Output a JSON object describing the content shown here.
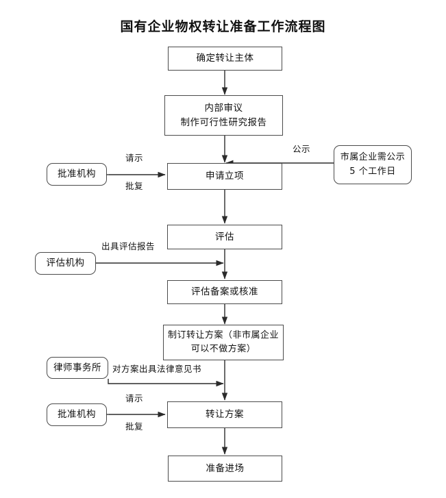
{
  "diagram": {
    "title": "国有企业物权转让准备工作流程图",
    "nodes": {
      "n1": {
        "line1": "确定转让主体"
      },
      "n2": {
        "line1": "内部审议",
        "line2": "制作可行性研究报告"
      },
      "n3": {
        "line1": "申请立项"
      },
      "n4": {
        "line1": "评估"
      },
      "n5": {
        "line1": "评估备案或核准"
      },
      "n6": {
        "line1": "制订转让方案（非市属企业",
        "line2": "可以不做方案）"
      },
      "n7": {
        "line1": "转让方案"
      },
      "n8": {
        "line1": "准备进场"
      },
      "approver1": {
        "line1": "批准机构"
      },
      "approver2": {
        "line1": "批准机构"
      },
      "publicity": {
        "line1": "市属企业需公示",
        "line2": "5 个工作日"
      },
      "appraiser": {
        "line1": "评估机构"
      },
      "lawfirm": {
        "line1": "律师事务所"
      }
    },
    "edge_labels": {
      "request1": "请示",
      "reply1": "批复",
      "publicity": "公示",
      "appraisal_report": "出具评估报告",
      "legal_opinion": "对方案出具法律意见书",
      "request2": "请示",
      "reply2": "批复"
    },
    "colors": {
      "stroke": "#4a4a4a",
      "text": "#111111",
      "background": "#ffffff"
    }
  }
}
